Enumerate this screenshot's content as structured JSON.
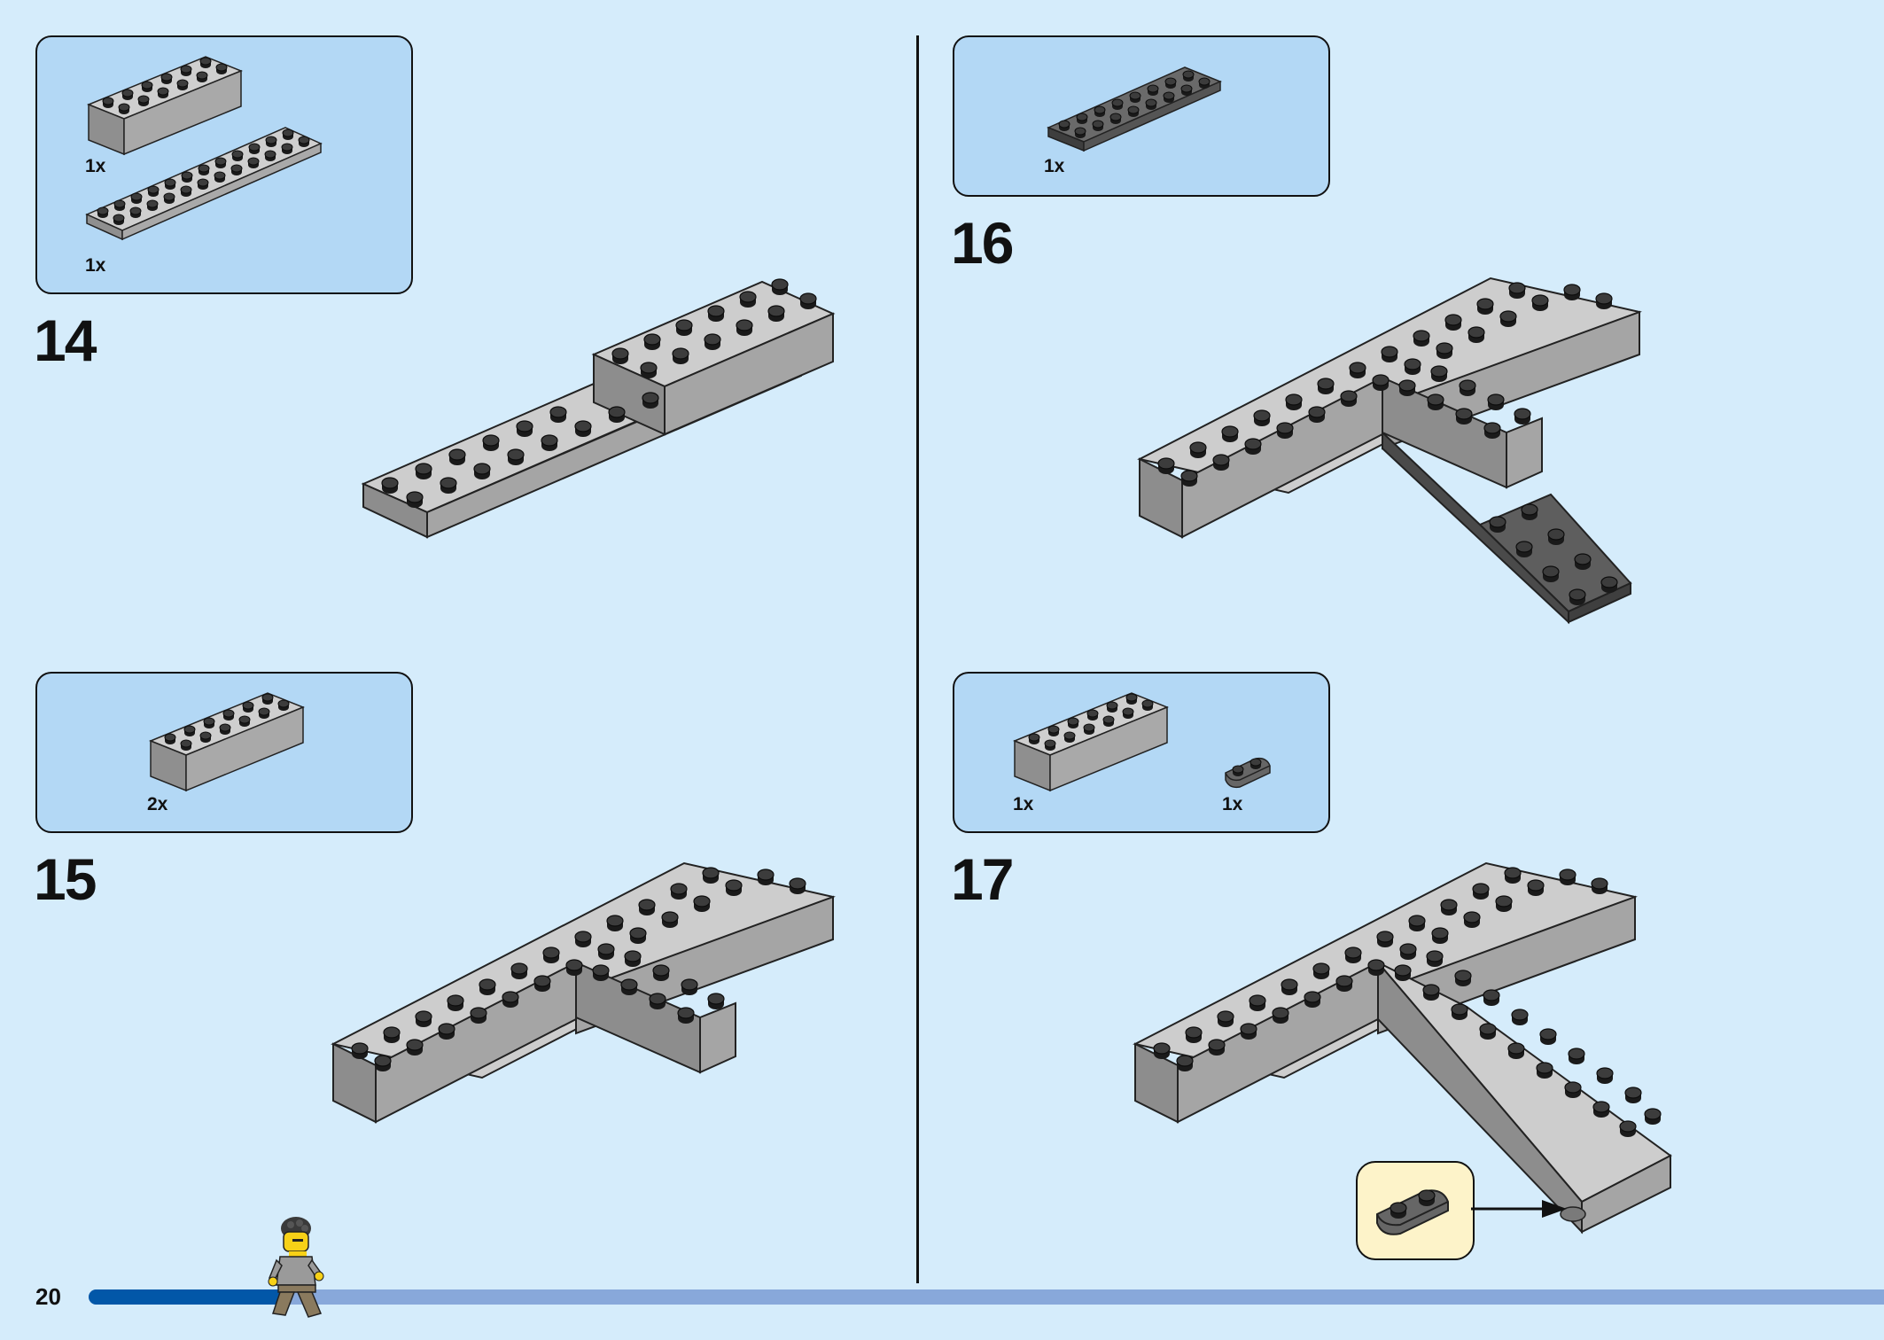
{
  "page": {
    "number": "20",
    "progress_percent": 11.2
  },
  "colors": {
    "background": "#d5ecfb",
    "callout_bg": "#b3d8f5",
    "sub_callout_bg": "#fdf3c9",
    "brick_light_gray": "#a5a5a5",
    "brick_dark_gray": "#5d5d5d",
    "progress_fill": "#0257a8",
    "progress_track": "#88a8da"
  },
  "steps": [
    {
      "number": "14",
      "parts": [
        {
          "qty": "1x",
          "part": "light-gray-brick-2x6"
        },
        {
          "qty": "1x",
          "part": "light-gray-plate-2x12"
        }
      ]
    },
    {
      "number": "15",
      "parts": [
        {
          "qty": "2x",
          "part": "light-gray-brick-2x6"
        }
      ]
    },
    {
      "number": "16",
      "parts": [
        {
          "qty": "1x",
          "part": "dark-gray-plate-2x8"
        }
      ]
    },
    {
      "number": "17",
      "parts": [
        {
          "qty": "1x",
          "part": "light-gray-brick-2x6"
        },
        {
          "qty": "1x",
          "part": "dark-gray-plate-1x2"
        }
      ]
    }
  ],
  "icons": {
    "minifigure": "walking-minifigure-icon",
    "arrow": "assembly-arrow-icon"
  }
}
